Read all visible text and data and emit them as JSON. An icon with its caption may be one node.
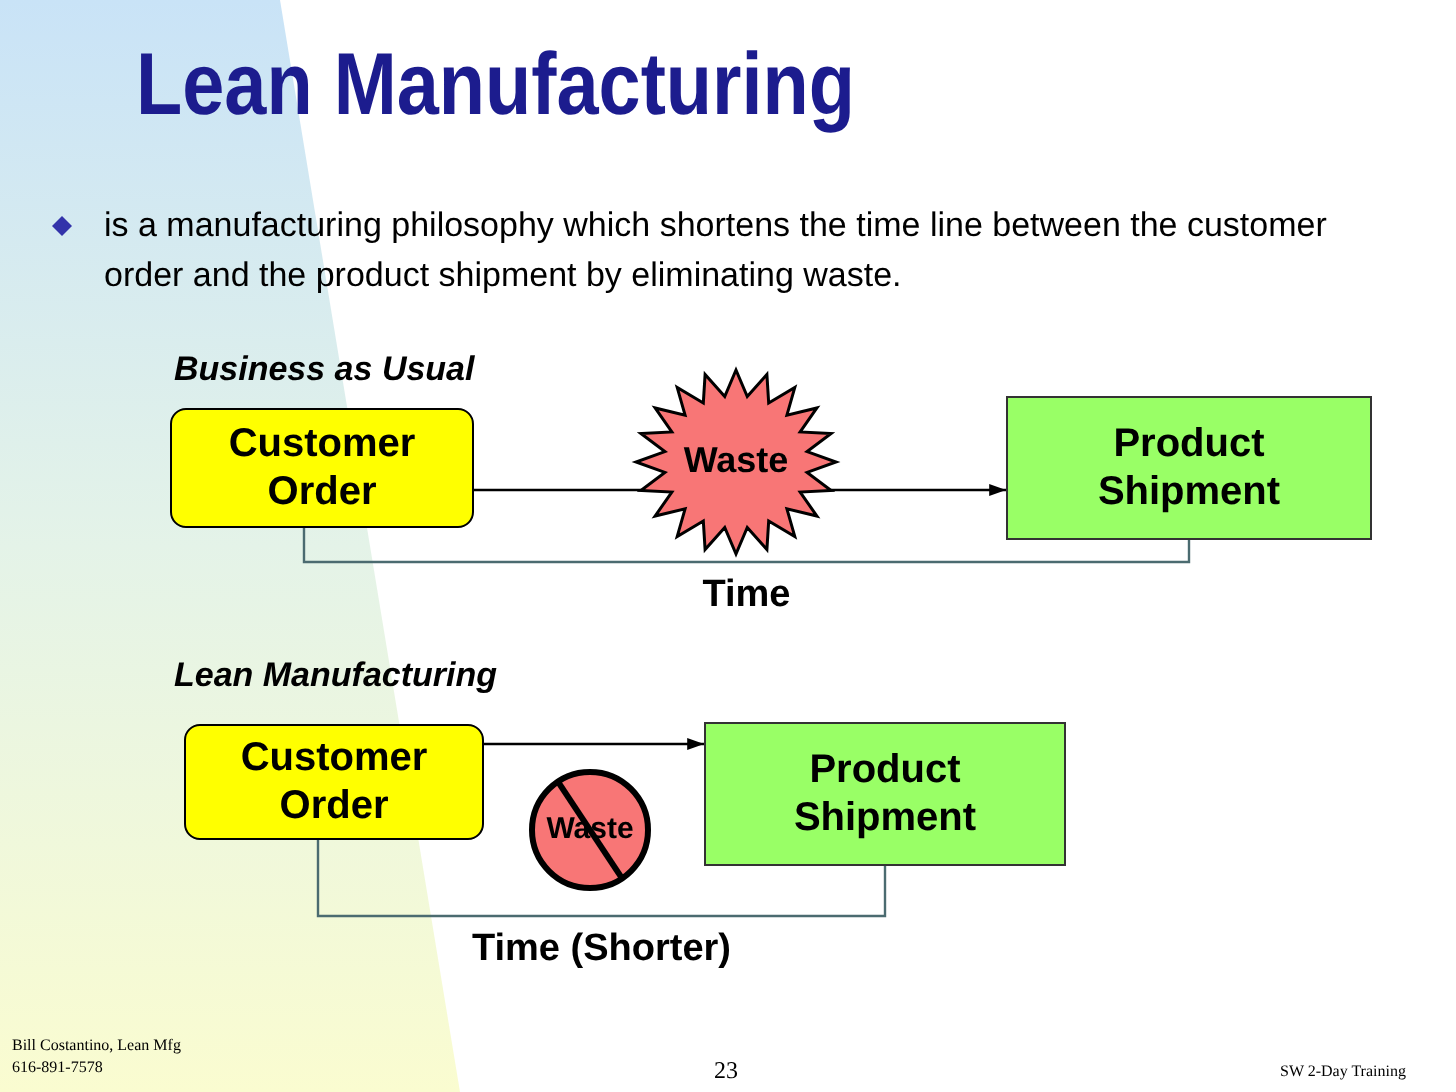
{
  "diagram": {
    "title": "Lean Manufacturing",
    "nodes": [
      {
        "text": [
          "Customer Order"
        ]
      },
      {
        "text": [
          "Waste"
        ]
      },
      {
        "text": [
          "Product Shipment"
        ]
      },
      {
        "text": [
          "Customer Order"
        ]
      },
      {
        "text": [
          "Waste"
        ]
      },
      {
        "text": [
          "Product Shipment"
        ]
      }
    ],
    "edges": [
      {
        "from": 0,
        "to": 1,
        "arrow": "none"
      },
      {
        "from": 1,
        "to": 2,
        "arrow": "to"
      },
      {
        "from": 0,
        "to": 2,
        "arrow": "none",
        "label": "Time",
        "color": "#4b6b70"
      },
      {
        "from": 3,
        "to": 5,
        "arrow": "to"
      },
      {
        "from": 3,
        "to": 5,
        "arrow": "none",
        "label": "Time (Shorter)",
        "color": "#4b6b70"
      }
    ],
    "labels": [
      "is a manufacturing philosophy which shortens the time line between the customer order and the product shipment by eliminating waste.",
      "Business as Usual",
      "Lean Manufacturing",
      "Bill Costantino, Lean Mfg",
      "616-891-7578",
      "23",
      "SW 2-Day Training"
    ]
  }
}
